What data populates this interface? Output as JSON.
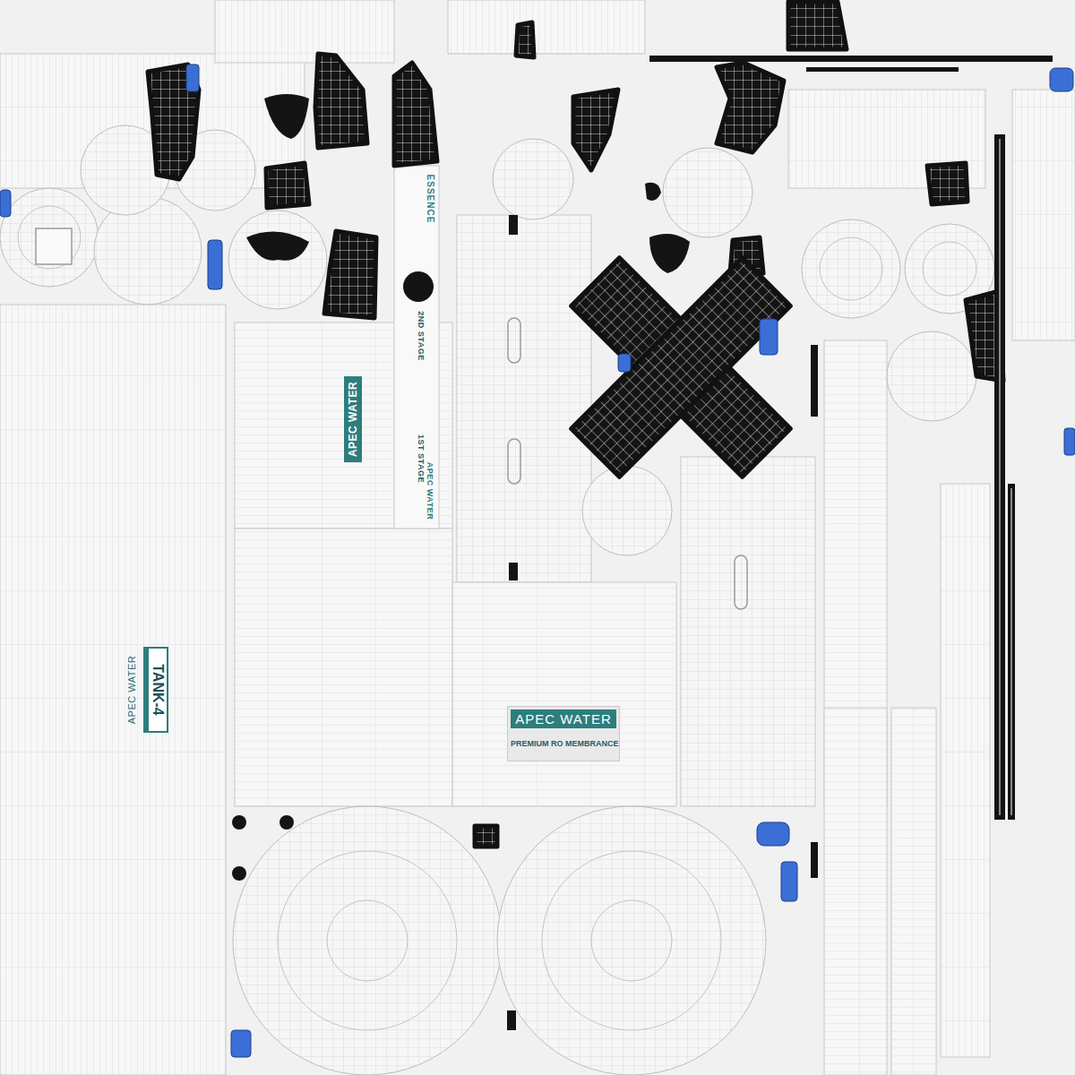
{
  "diagram": {
    "nodes": [
      {
        "text": [
          "TANK-4"
        ]
      },
      {
        "text": [
          "APEC WATER",
          "PREMIUM RO MEMBRANCE"
        ]
      }
    ],
    "labels": [
      "APEC WATER",
      "APEC WATER",
      "ESSENCE",
      "2ND STAGE",
      "1ST STAGE",
      "APEC WATER"
    ]
  }
}
